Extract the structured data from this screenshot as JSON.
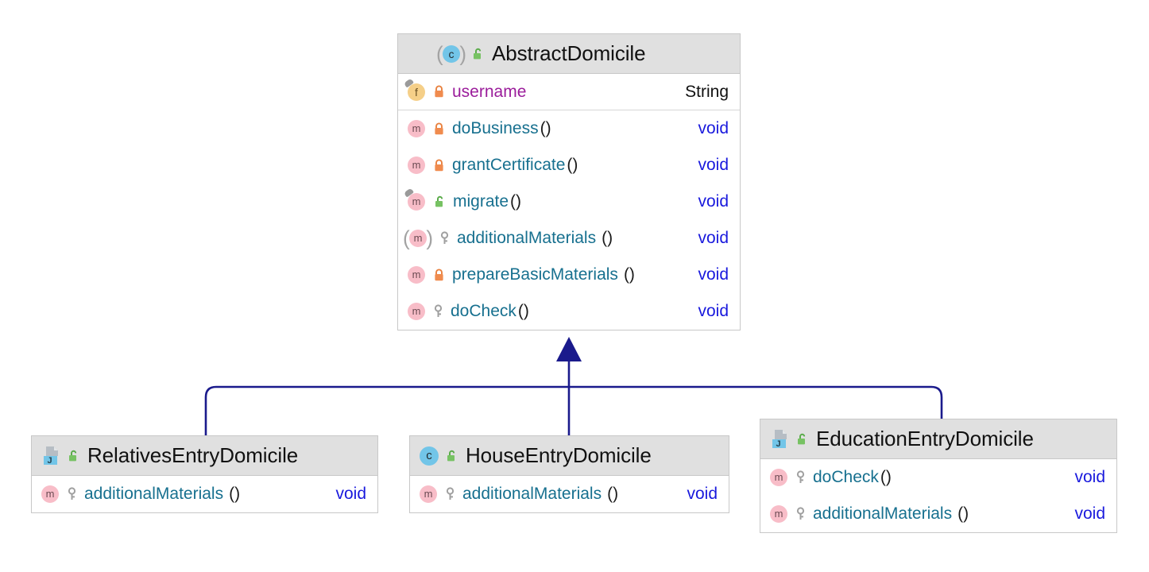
{
  "diagram": {
    "kind": "uml-class-diagram",
    "background": "#ffffff",
    "edge_color": "#1a1a8c",
    "header_bg": "#e0e0e0",
    "border_color": "#c8c8c8",
    "method_name_color": "#17708f",
    "field_name_color": "#9b1d9b",
    "void_color": "#1919dd",
    "relationship": "generalization"
  },
  "classes": {
    "abstract_domicile": {
      "name": "AbstractDomicile",
      "icon": "abstract-class-icon",
      "visibility_icon": "unlocked-green-icon",
      "fields": [
        {
          "icon": "field-icon",
          "icon_modifier": "override-marker",
          "visibility_icon": "lock-orange-icon",
          "name": "username",
          "parens": "",
          "type": "String"
        }
      ],
      "methods": [
        {
          "icon": "method-icon",
          "visibility_icon": "lock-orange-icon",
          "name": "doBusiness",
          "parens": "()",
          "type": "void"
        },
        {
          "icon": "method-icon",
          "visibility_icon": "lock-orange-icon",
          "name": "grantCertificate",
          "parens": "()",
          "type": "void"
        },
        {
          "icon": "method-icon",
          "icon_modifier": "override-marker",
          "visibility_icon": "unlocked-green-icon",
          "name": "migrate",
          "parens": "()",
          "type": "void"
        },
        {
          "icon": "abstract-method-icon",
          "visibility_icon": "key-grey-icon",
          "name": "additionalMaterials",
          "parens": "()",
          "type": "void"
        },
        {
          "icon": "method-icon",
          "visibility_icon": "lock-orange-icon",
          "name": "prepareBasicMaterials",
          "parens": "()",
          "type": "void"
        },
        {
          "icon": "method-icon",
          "visibility_icon": "key-grey-icon",
          "name": "doCheck",
          "parens": "()",
          "type": "void"
        }
      ]
    },
    "relatives_entry_domicile": {
      "name": "RelativesEntryDomicile",
      "icon": "java-file-icon",
      "visibility_icon": "unlocked-green-icon",
      "fields": [],
      "methods": [
        {
          "icon": "method-icon",
          "visibility_icon": "key-grey-icon",
          "name": "additionalMaterials",
          "parens": "()",
          "type": "void"
        }
      ]
    },
    "house_entry_domicile": {
      "name": "HouseEntryDomicile",
      "icon": "class-icon",
      "visibility_icon": "unlocked-green-icon",
      "fields": [],
      "methods": [
        {
          "icon": "method-icon",
          "visibility_icon": "key-grey-icon",
          "name": "additionalMaterials",
          "parens": "()",
          "type": "void"
        }
      ]
    },
    "education_entry_domicile": {
      "name": "EducationEntryDomicile",
      "icon": "java-file-icon",
      "visibility_icon": "unlocked-green-icon",
      "fields": [],
      "methods": [
        {
          "icon": "method-icon",
          "visibility_icon": "key-grey-icon",
          "name": "doCheck",
          "parens": "()",
          "type": "void"
        },
        {
          "icon": "method-icon",
          "visibility_icon": "key-grey-icon",
          "name": "additionalMaterials",
          "parens": "()",
          "type": "void"
        }
      ]
    }
  }
}
